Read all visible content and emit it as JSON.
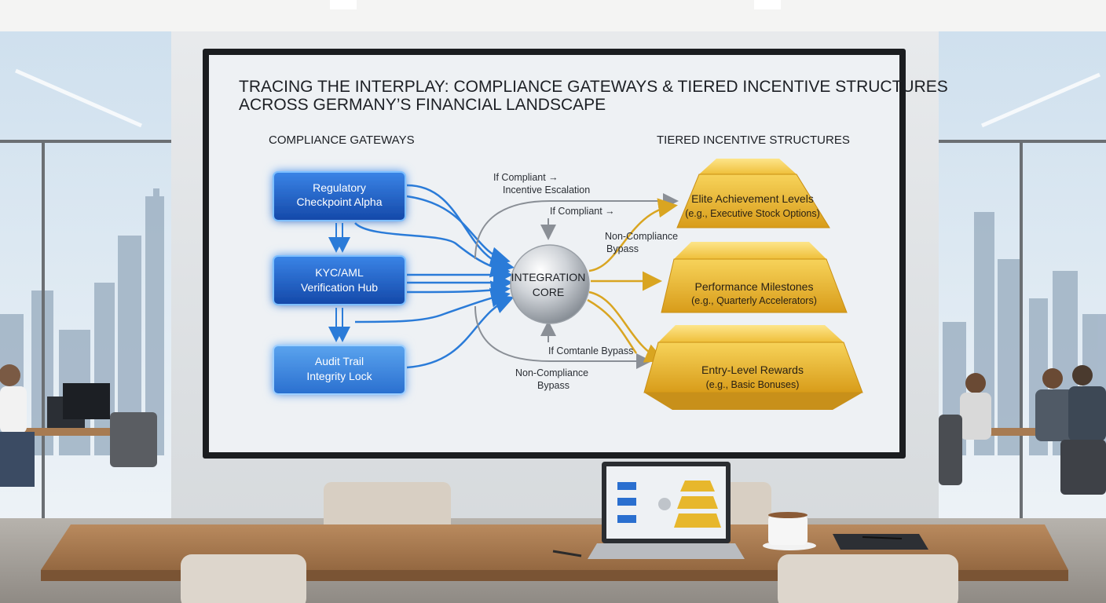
{
  "slide": {
    "title_line1": "TRACING THE INTERPLAY: COMPLIANCE GATEWAYS & TIERED INCENTIVE STRUCTURES",
    "title_line2": "ACROSS GERMANY’S FINANCIAL LANDSCAPE",
    "left_heading": "COMPLIANCE GATEWAYS",
    "right_heading": "TIERED INCENTIVE STRUCTURES",
    "gateways": [
      {
        "line1": "Regulatory",
        "line2": "Checkpoint Alpha"
      },
      {
        "line1": "KYC/AML",
        "line2": "Verification Hub"
      },
      {
        "line1": "Audit Trail",
        "line2": "Integrity Lock"
      }
    ],
    "core": {
      "line1": "INTEGRATION",
      "line2": "CORE"
    },
    "flow_labels": {
      "escalation_1": "If Compliant →",
      "escalation_2": "Incentive Escalation",
      "compliant": "If Compliant →",
      "noncompliance_top_1": "Non-Compliance",
      "noncompliance_top_2": "Bypass",
      "bypass_mid": "If Comtanle Bypass",
      "noncompliance_bottom_1": "Non-Compliance",
      "noncompliance_bottom_2": "Bypass"
    },
    "tiers": [
      {
        "name": "Elite Achievement Levels",
        "example": "(e.g., Executive Stock Options)"
      },
      {
        "name": "Performance Milestones",
        "example": "(e.g., Quarterly Accelerators)"
      },
      {
        "name": "Entry-Level Rewards",
        "example": "(e.g., Basic Bonuses)"
      }
    ]
  },
  "colors": {
    "gateway_blue": "#1f5fc4",
    "arrow_blue": "#2a7bd8",
    "gold": "#e7b72c",
    "arrow_gold": "#d9a521",
    "screen_bg": "#eef1f4"
  }
}
